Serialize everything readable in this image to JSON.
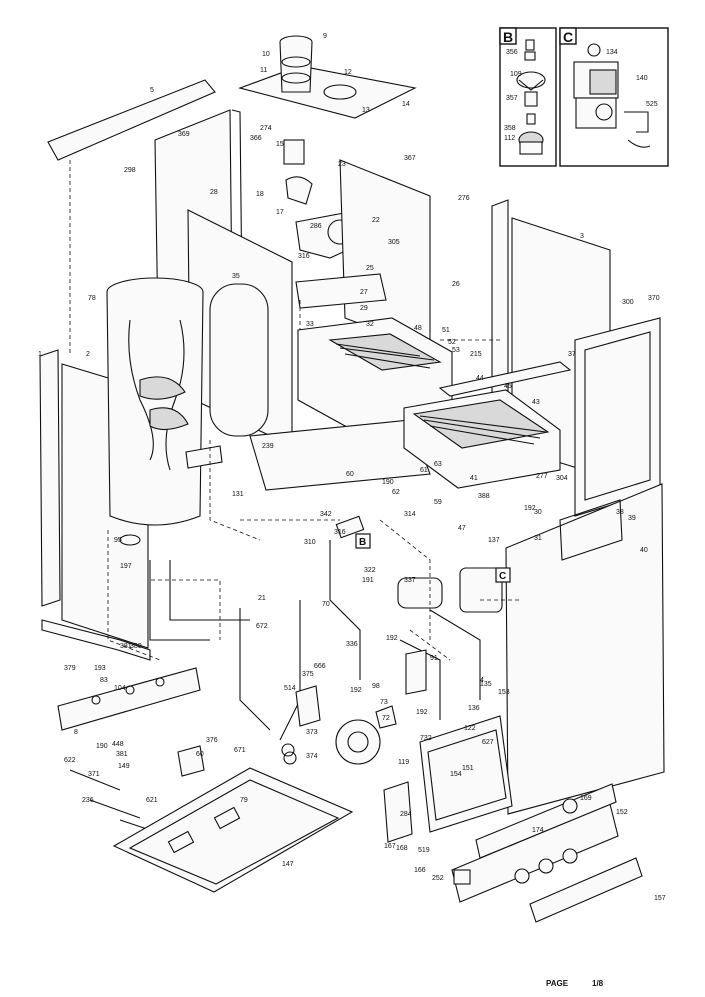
{
  "insets": [
    {
      "letter": "B",
      "parts": [
        "356",
        "109",
        "357",
        "358",
        "112"
      ]
    },
    {
      "letter": "C",
      "parts": [
        "134",
        "140",
        "525"
      ]
    }
  ],
  "reference_tags": [
    "B",
    "C"
  ],
  "callouts": [
    "9",
    "10",
    "11",
    "12",
    "13",
    "14",
    "5",
    "369",
    "274",
    "298",
    "366",
    "15",
    "23",
    "367",
    "276",
    "18",
    "17",
    "22",
    "286",
    "305",
    "28",
    "316",
    "25",
    "35",
    "78",
    "26",
    "33",
    "32",
    "215",
    "37",
    "300",
    "370",
    "3",
    "1",
    "2",
    "44",
    "45",
    "43",
    "63",
    "61",
    "41",
    "388",
    "59",
    "304",
    "277",
    "239",
    "62",
    "60",
    "190",
    "342",
    "310",
    "314",
    "30",
    "47",
    "192",
    "38",
    "39",
    "40",
    "316",
    "21",
    "322",
    "191",
    "337",
    "137",
    "31",
    "95",
    "197",
    "70",
    "672",
    "192",
    "666",
    "336",
    "91",
    "98",
    "135",
    "8",
    "381",
    "380",
    "379",
    "193",
    "83",
    "104",
    "190",
    "381",
    "514",
    "375",
    "73",
    "192",
    "136",
    "192",
    "119",
    "122",
    "153",
    "151",
    "627",
    "154",
    "284",
    "168",
    "169",
    "152",
    "174",
    "157",
    "448",
    "149",
    "622",
    "371",
    "236",
    "621",
    "79",
    "147",
    "167",
    "166",
    "252",
    "519",
    "376",
    "60",
    "671",
    "373",
    "374",
    "72",
    "732",
    "4",
    "27",
    "29",
    "131",
    "48",
    "51",
    "52",
    "53"
  ],
  "footer": {
    "label": "PAGE",
    "page": "1/8"
  }
}
